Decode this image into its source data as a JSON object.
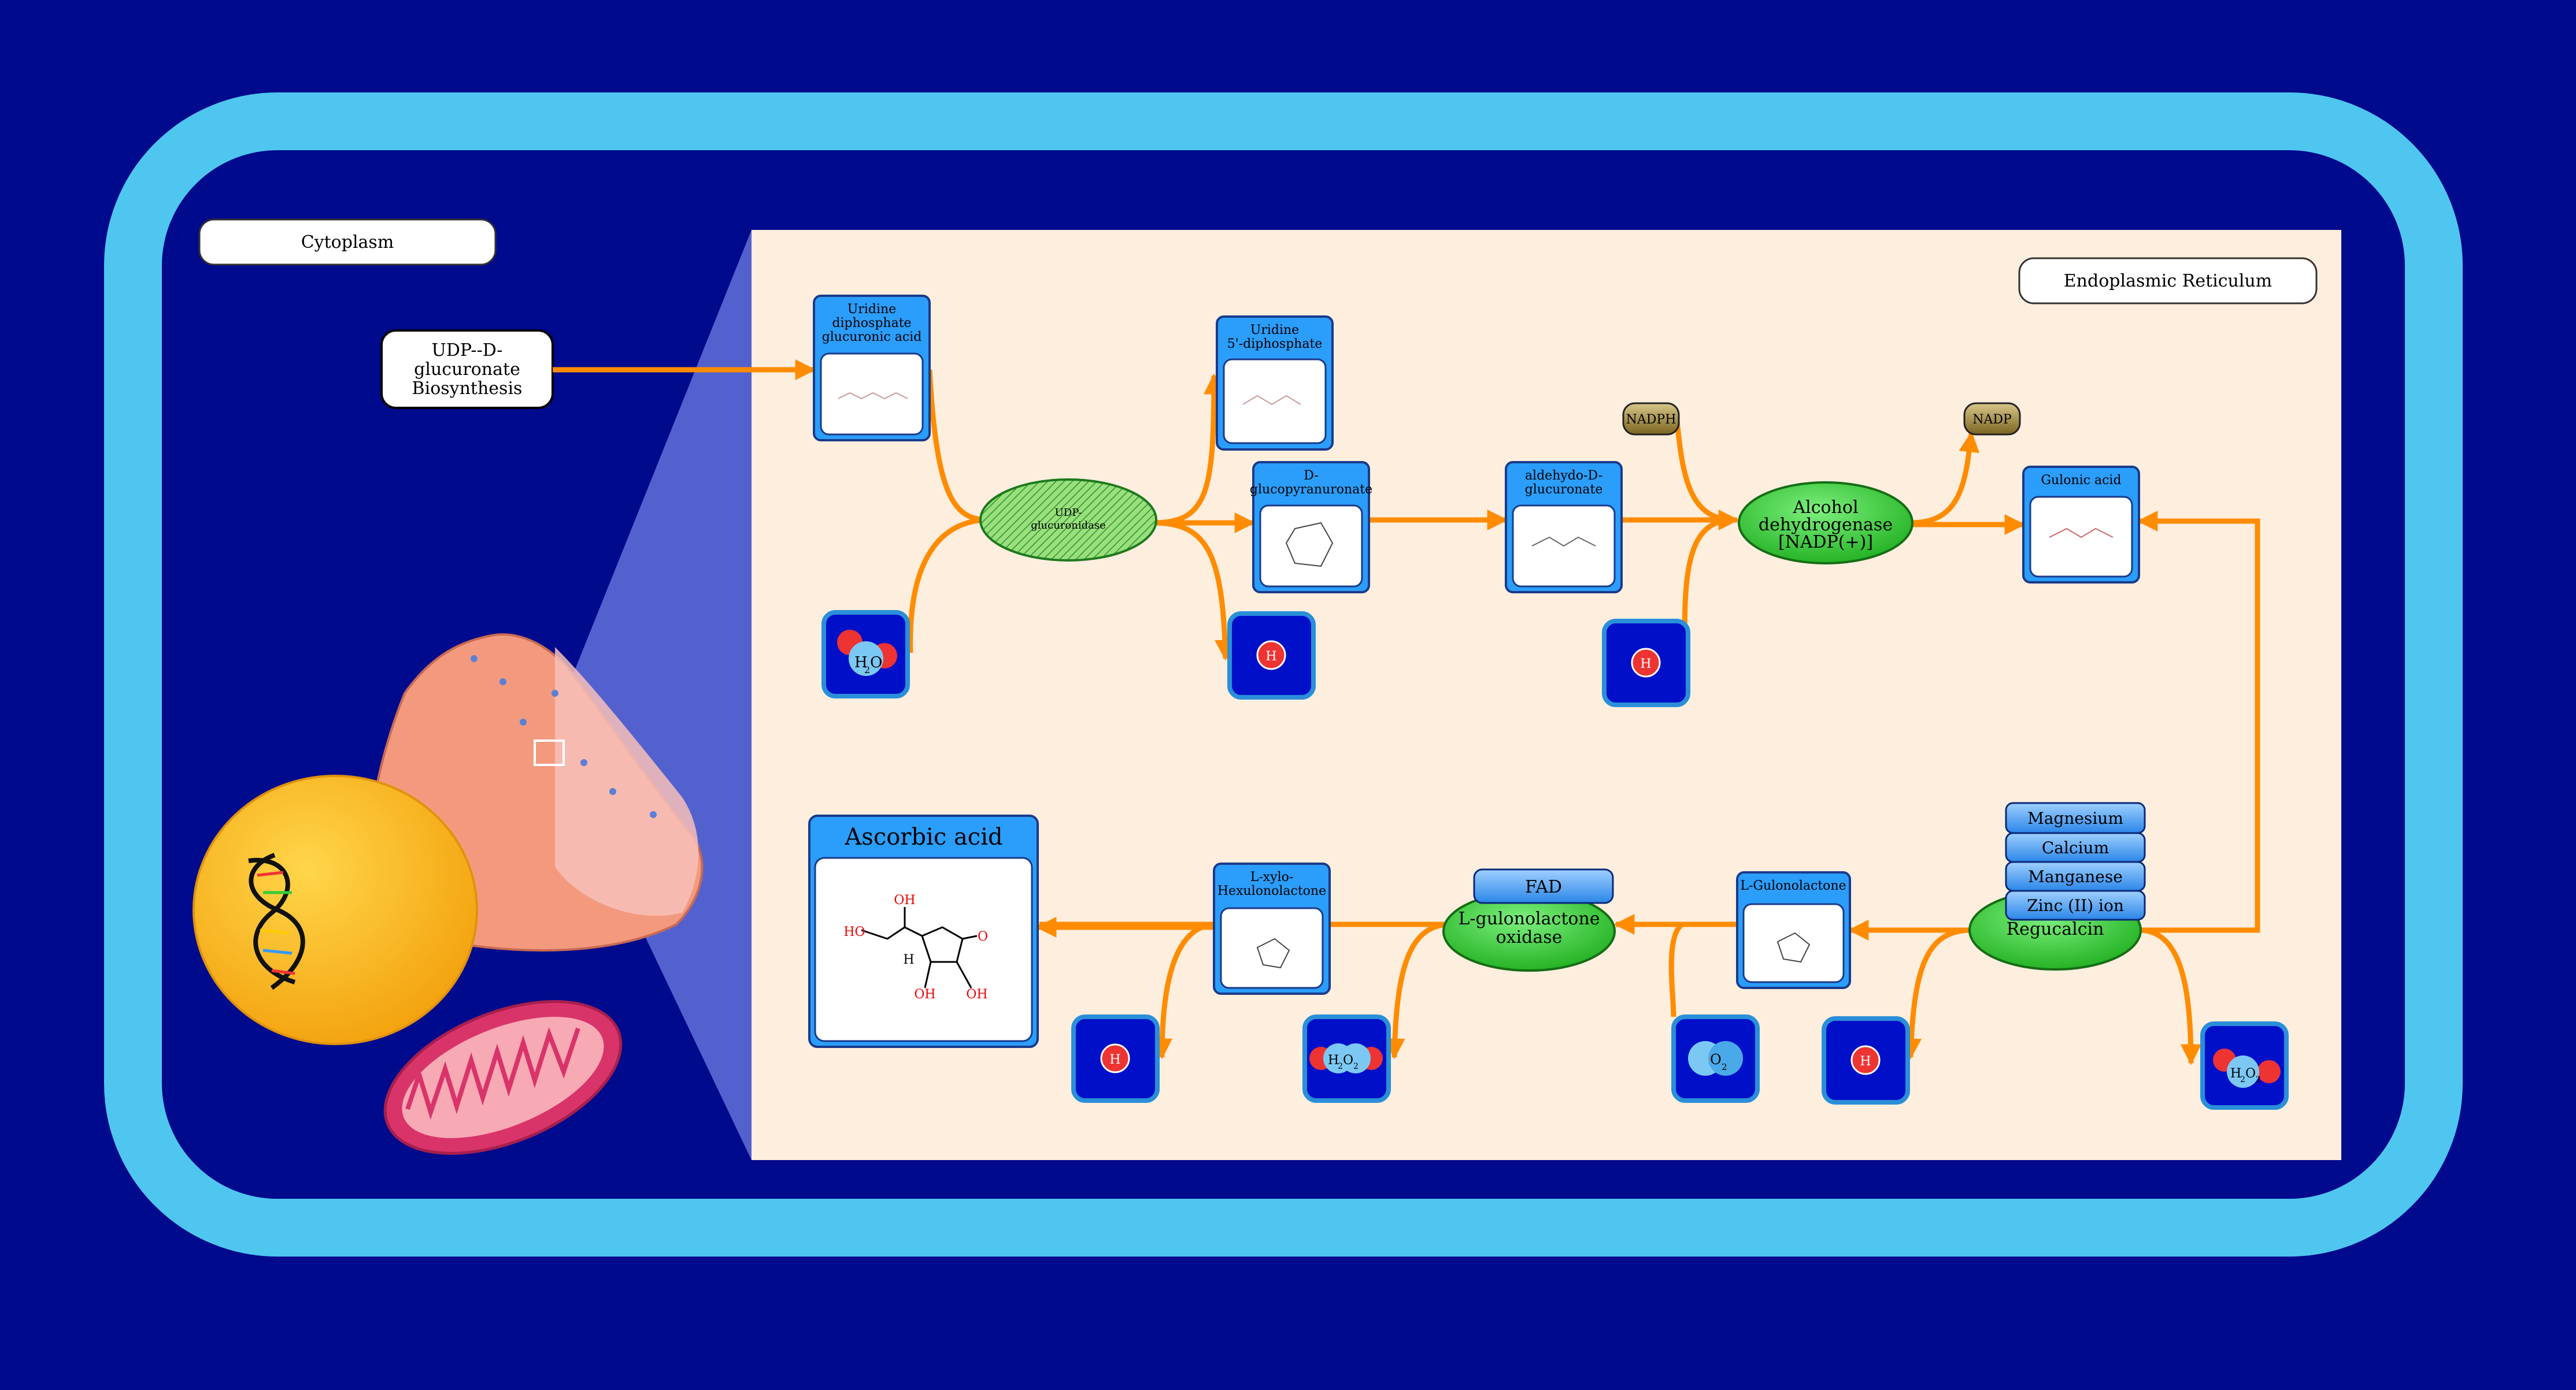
{
  "compartments": {
    "cytoplasm": "Cytoplasm",
    "er": "Endoplasmic Reticulum"
  },
  "pathway_start": [
    "UDP--D-",
    "glucuronate",
    "Biosynthesis"
  ],
  "compounds": {
    "udpga": [
      "Uridine",
      "diphosphate",
      "glucuronic acid"
    ],
    "udp": [
      "Uridine",
      "5'-diphosphate"
    ],
    "glucuronate": [
      "D-",
      "glucopyranuronate"
    ],
    "aldehydo": [
      "aldehydo-D-",
      "glucuronate"
    ],
    "gulonic": [
      "Gulonic acid"
    ],
    "gulonolactone": [
      "L-Gulonolactone"
    ],
    "hexulonolactone": [
      "L-xylo-",
      "Hexulonolactone"
    ],
    "ascorbic": [
      "Ascorbic acid"
    ]
  },
  "enzymes": {
    "udpg": [
      "UDP-",
      "glucuronidase"
    ],
    "adh": [
      "Alcohol",
      "dehydrogenase",
      "[NADP(+)]"
    ],
    "regucalcin": [
      "Regucalcin"
    ],
    "gulo": [
      "L-gulonolactone",
      "oxidase"
    ]
  },
  "cofactors": {
    "nadph": "NADPH",
    "nadp": "NADP",
    "fad": "FAD",
    "ions": [
      "Magnesium",
      "Calcium",
      "Manganese",
      "Zinc (II) ion"
    ]
  },
  "small_molecules": {
    "water": [
      "H",
      "2",
      "O"
    ],
    "hplus": "H",
    "oxygen": [
      "O",
      "2"
    ],
    "h2o2": [
      "H",
      "2",
      "O",
      "2"
    ]
  },
  "structure_labels": {
    "ascorbic_oh_top": "OH",
    "ascorbic_ho_left": "HO",
    "ascorbic_h": "H",
    "ascorbic_o": "O",
    "ascorbic_oh_b1": "OH",
    "ascorbic_oh_b2": "OH"
  },
  "colors": {
    "background": "#000a8c",
    "cell_border": "#4ec6f0",
    "er_panel": "#fdeede",
    "arrow": "#ff8c00",
    "enzyme": "#33cc33",
    "compound_header": "#2b9dfa"
  }
}
